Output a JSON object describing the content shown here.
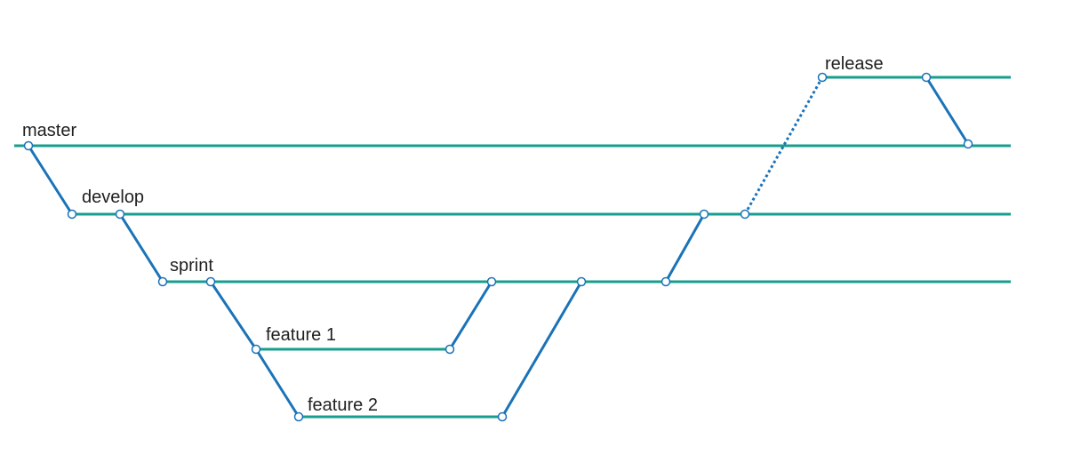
{
  "branches": [
    {
      "id": "release",
      "label": "release"
    },
    {
      "id": "master",
      "label": "master"
    },
    {
      "id": "develop",
      "label": "develop"
    },
    {
      "id": "sprint",
      "label": "sprint"
    },
    {
      "id": "feature1",
      "label": "feature 1"
    },
    {
      "id": "feature2",
      "label": "feature 2"
    }
  ],
  "colors": {
    "branch_line": "#179e8f",
    "link_line": "#1a73b8",
    "node_stroke": "#1a73b8",
    "node_fill": "#ffffff",
    "label_text": "#1f1f1f"
  }
}
